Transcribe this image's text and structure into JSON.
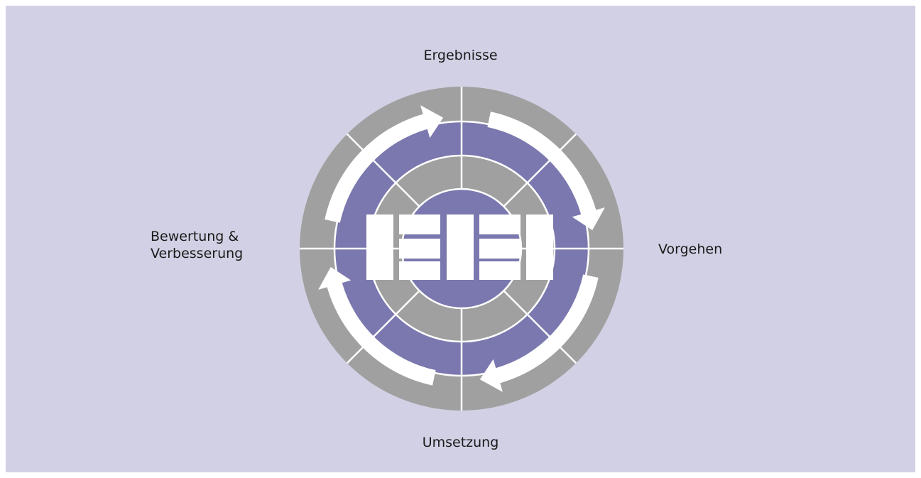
{
  "diagram": {
    "labels": {
      "top": "Ergebnisse",
      "right": "Vorgehen",
      "bottom": "Umsetzung",
      "left_line1": "Bewertung &",
      "left_line2": "Verbesserung"
    },
    "colors": {
      "background": "#d2d0e4",
      "outer_ring": "#a0a0a0",
      "purple": "#7a78ae",
      "grey": "#a0a0a0",
      "lines": "#ffffff",
      "arrows": "#ffffff"
    }
  }
}
